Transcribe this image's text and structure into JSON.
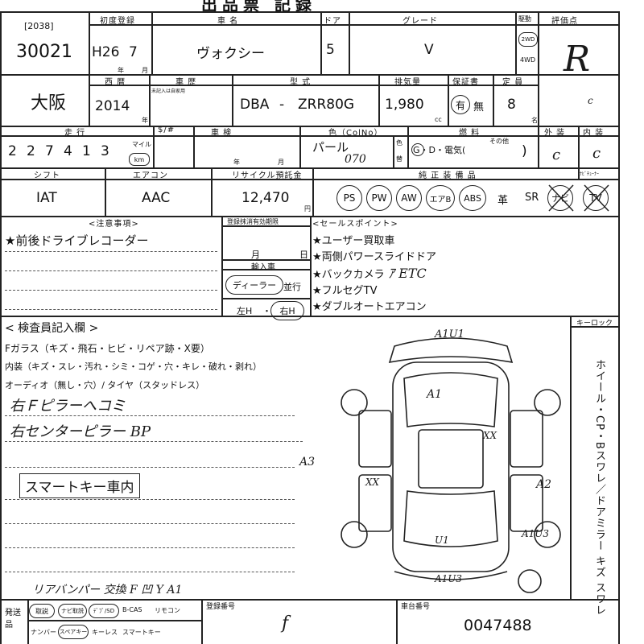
{
  "header": {
    "title": "出品票 記録"
  },
  "labels": {
    "first_reg": "初度登録",
    "car_name": "車 名",
    "door": "ドア",
    "grade": "グレード",
    "drive": "駆動",
    "score": "評価点",
    "origin": "西 暦",
    "history": "車 歴",
    "history_sub": "未記入は自家用",
    "model": "型 式",
    "displacement": "排気量",
    "warranty": "保証書",
    "capacity": "定 員",
    "mileage": "走 行",
    "smeter": "$/#",
    "inspection": "車 検",
    "color": "色（ColNo）",
    "fuel": "燃 料",
    "exterior": "外 装",
    "interior": "内 装",
    "shift": "シフト",
    "aircon": "エアコン",
    "recycle": "リサイクル預託金",
    "equipment": "純 正 装 備 品",
    "notes": "<注意事項>",
    "reg_expiry": "登録抹消有効期限",
    "import": "輸入車",
    "sales": "<セールスポイント>",
    "inspector": "< 検査員記入欄 >",
    "keylock": "キーロック",
    "reg_no": "登録番号",
    "chassis": "車台番号",
    "cc": "cc",
    "year": "年",
    "month": "月",
    "day": "日",
    "person": "名",
    "yen": "円",
    "month_unit": "月",
    "dist_unit": "km",
    "mile_unit": "マイル",
    "other": "その他",
    "navi_tv": "ﾅﾋﾞﾁｭｰﾅｰ"
  },
  "vehicle": {
    "lot": "[2038]",
    "number": "30021",
    "era": "H26",
    "reg_month": "7",
    "name": "ヴォクシー",
    "doors": "5",
    "grade": "V",
    "drive_2wd": "2WD",
    "drive_4wd": "4WD",
    "score": "R",
    "location": "大阪",
    "year": "2014",
    "model_prefix": "DBA",
    "model_dash": "-",
    "model": "ZRR80G",
    "displacement": "1,980",
    "warranty_yes": "有",
    "warranty_no": "無",
    "capacity": "8",
    "mileage_digits": [
      "2",
      "2",
      "7",
      "4",
      "1",
      "3"
    ],
    "color": "パール",
    "color_no": "070",
    "fuel": "G・D・電気(",
    "fuel_close": ")",
    "fuel_mark": "色",
    "fuel_mark2": "替",
    "shift": "IAT",
    "aircon": "AAC",
    "recycle": "12,470",
    "equipment": [
      "PS",
      "PW",
      "AW",
      "エアB",
      "ABS",
      "革",
      "SR",
      "ナビ",
      "TV"
    ],
    "chassis_no": "0047488"
  },
  "notes": {
    "items": [
      "★前後ドライブレコーダー"
    ]
  },
  "import": {
    "dealer": "ディーラー",
    "parallel": "並行",
    "left": "左H",
    "dot": "・",
    "right": "右H"
  },
  "sales_points": [
    "★ユーザー買取車",
    "★両側パワースライドドア",
    "★バックカメラ",
    "★フルセグTV",
    "★ダブルオートエアコン"
  ],
  "sales_hand": "ｱ ETC",
  "inspector": {
    "glass": "Fガラス（キズ・飛石・ヒビ・リペア跡・X要）",
    "interior": "内装（キズ・スレ・汚れ・シミ・コゲ・穴・キレ・破れ・剥れ）",
    "audio": "オーディオ（無し・穴）/ タイヤ（スタッドレス）",
    "hand_lines": [
      "右Ｆピラーへコミ",
      "右センターピラー BP"
    ],
    "smart_key": "スマートキー車内",
    "bottom_hand": "リアバンパー 交換 F 凹 Y A1"
  },
  "diagram_marks": [
    "A1U1",
    "A1",
    "A3",
    "A2",
    "A1U3",
    "A1U3",
    "U1",
    "XX",
    "XX"
  ],
  "side_text": "ホイール・CP・Bスワレ／ドアミラー キズ スワレ",
  "bottom": {
    "delivery": "発送品",
    "rows": [
      "取説",
      "ナビ取説",
      "ﾃﾞﾌﾞ/SD",
      "B-CAS",
      "リモコン"
    ],
    "rows2": [
      "ナンバー",
      "スペアキー",
      "キーレス",
      "スマートキー"
    ]
  }
}
